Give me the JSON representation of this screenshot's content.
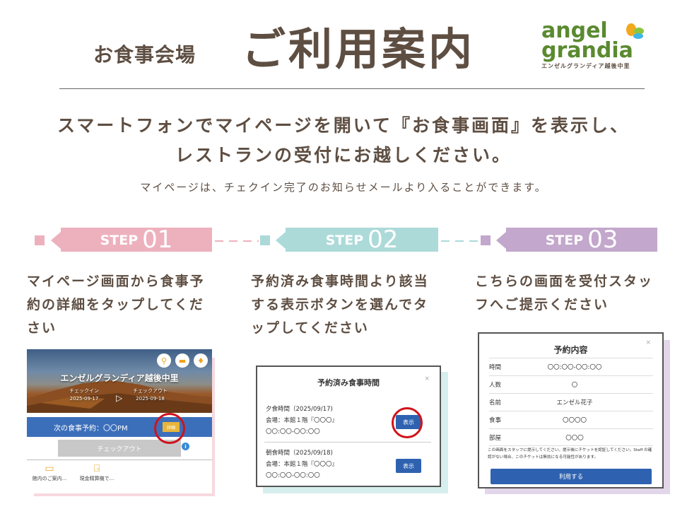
{
  "header": {
    "subtitle": "お食事会場",
    "title": "ご利用案内"
  },
  "logo": {
    "line1": "angel",
    "line2": "grandia",
    "sub": "エンゼルグランディア越後中里",
    "colors": {
      "text": "#5a8a30",
      "leaf_orange": "#f1a91d",
      "leaf_green": "#8cc63e",
      "leaf_blue": "#3db6e8"
    }
  },
  "intro": {
    "line1": "スマートフォンでマイページを開いて『お食事画面』を表示し、",
    "line2": "レストランの受付にお越しください。",
    "note": "マイページは、チェクイン完了のお知らせメールより入ることができます。"
  },
  "steps": [
    {
      "label": "STEP",
      "number": "01",
      "color": "#edb1be",
      "text": [
        "マイページ画面から食事予",
        "約の詳細をタップしてくだ",
        "さい"
      ]
    },
    {
      "label": "STEP",
      "number": "02",
      "color": "#acdad9",
      "text": [
        "予約済み食事時間より該当",
        "する表示ボタンを選んでタ",
        "ップしてください"
      ]
    },
    {
      "label": "STEP",
      "number": "03",
      "color": "#c3a7cc",
      "text": [
        "こちらの画面を受付スタッ",
        "フへご提示ください"
      ]
    }
  ],
  "phone1": {
    "icons": [
      "key-icon",
      "ticket-icon",
      "bell-icon"
    ],
    "hotel_name": "エンゼルグランディア越後中里",
    "checkin_label": "チェックイン",
    "checkin_date": "2025-09-17",
    "checkout_label": "チェックアウト",
    "checkout_date": "2025-09-18",
    "next_meal": "次の食事予約：〇〇PM",
    "detail_button": "詳細",
    "checkout_button": "チェックアウト",
    "menu": [
      {
        "icon": "guide-icon",
        "label": "館内のご案内..."
      },
      {
        "icon": "door-exit-icon",
        "label": "現金精算機で..."
      }
    ]
  },
  "phone2": {
    "title": "予約済み食事時間",
    "close": "×",
    "meals": [
      {
        "name": "夕食時間（2025/09/17)",
        "venue": "会場：本館１階『〇〇〇』",
        "time": "〇〇:〇〇-〇〇:〇〇",
        "button": "表示"
      },
      {
        "name": "朝食時間（2025/09/18)",
        "venue": "会場：本館１階『〇〇〇』",
        "time": "〇〇:〇〇-〇〇:〇〇",
        "button": "表示"
      }
    ]
  },
  "phone3": {
    "title": "予約内容",
    "close": "×",
    "rows": [
      {
        "key": "時間",
        "value": "〇〇:〇〇-〇〇:〇〇"
      },
      {
        "key": "人数",
        "value": "〇"
      },
      {
        "key": "名前",
        "value": "エンゼル花子"
      },
      {
        "key": "食事",
        "value": "〇〇〇〇"
      },
      {
        "key": "部屋",
        "value": "〇〇〇"
      }
    ],
    "note": "この画面をスタッフに提示してください。提示後にチケットを認証してください。Staff の確認がない場合、このチケットは無効になる可能性があります。",
    "button": "利用する"
  }
}
